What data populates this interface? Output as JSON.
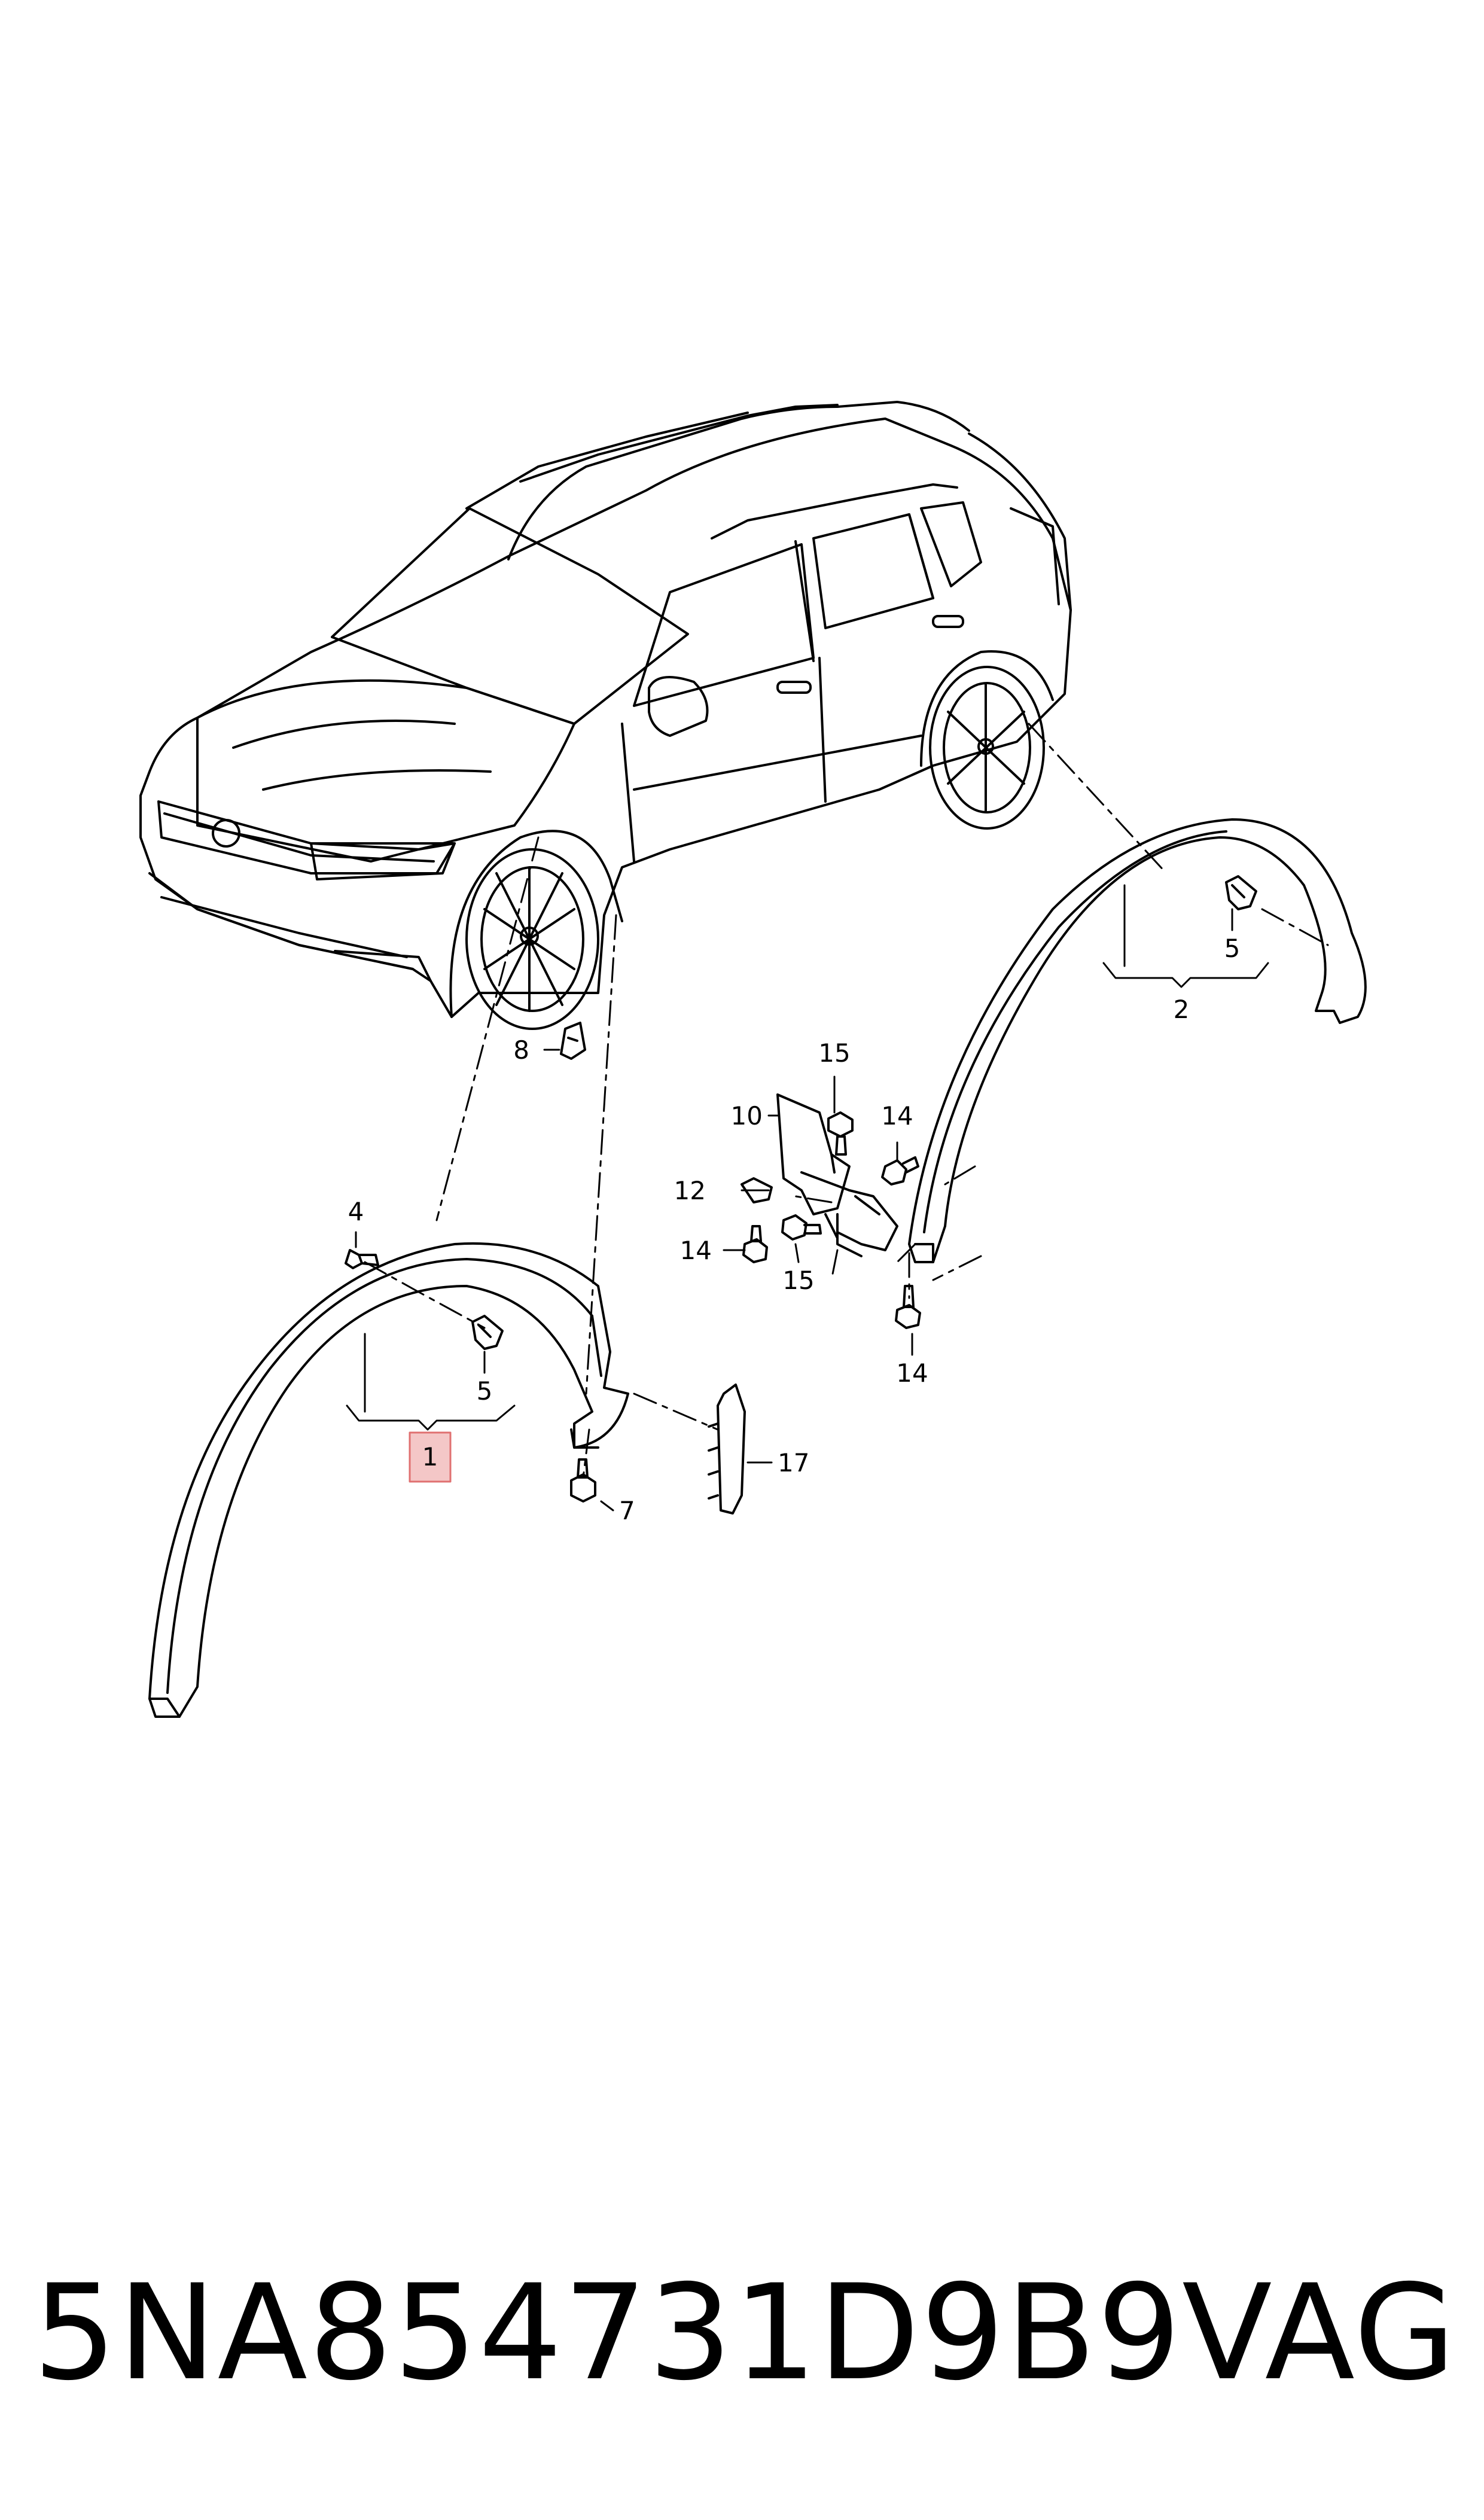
{
  "callouts": {
    "c1": "1",
    "c2": "2",
    "c4": "4",
    "c5a": "5",
    "c5b": "5",
    "c7": "7",
    "c8": "8",
    "c10": "10",
    "c12": "12",
    "c14a": "14",
    "c14b": "14",
    "c14c": "14",
    "c15a": "15",
    "c15b": "15",
    "c17": "17"
  },
  "highlight_color": "#f4c7c7",
  "highlight_border": "#e07070",
  "footer": {
    "part_number": "5NA854731D9B9",
    "brand": "VAG"
  }
}
